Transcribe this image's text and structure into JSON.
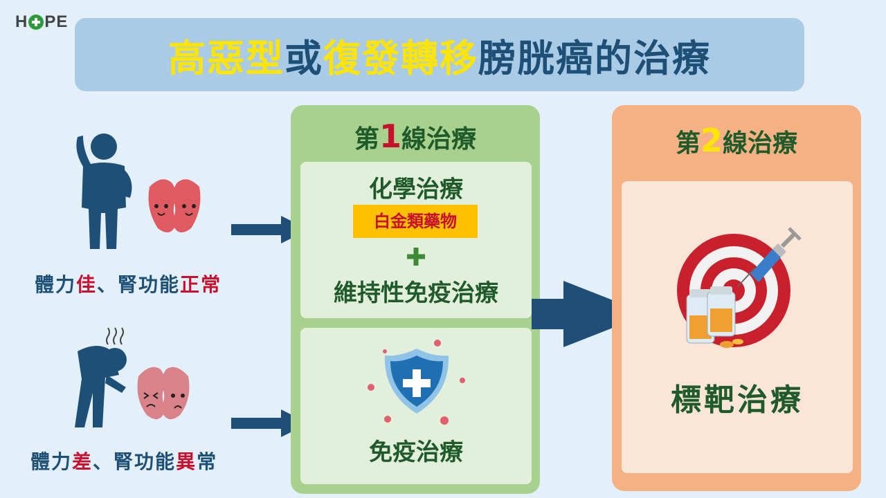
{
  "logo": {
    "prefix": "H",
    "suffix": "PE"
  },
  "title": {
    "part1": "高惡型",
    "part2": "或",
    "part3": "復發轉移",
    "part4": "膀胱癌的治療"
  },
  "patients": [
    {
      "pre": "體力",
      "hl1": "佳",
      "mid": "、腎功能",
      "hl2": "正",
      "post": "常"
    },
    {
      "pre": "體力",
      "hl1": "差",
      "mid": "、腎功能",
      "hl2": "異",
      "post": "常"
    }
  ],
  "first_line": {
    "title_pre": "第",
    "title_num": "1",
    "title_post": "線治療",
    "chemo": "化學治療",
    "platinum": "白金類藥物",
    "maintenance": "維持性免疫治療",
    "immuno": "免疫治療"
  },
  "second_line": {
    "title_pre": "第",
    "title_num": "2",
    "title_post": "線治療",
    "target": "標靶治療"
  },
  "colors": {
    "navy": "#1d4f77",
    "highlight_yellow": "#ffe500",
    "red": "#c8102e",
    "green_panel": "#a9d18e",
    "orange_panel": "#f4b183",
    "arrow": "#1f4e79"
  }
}
